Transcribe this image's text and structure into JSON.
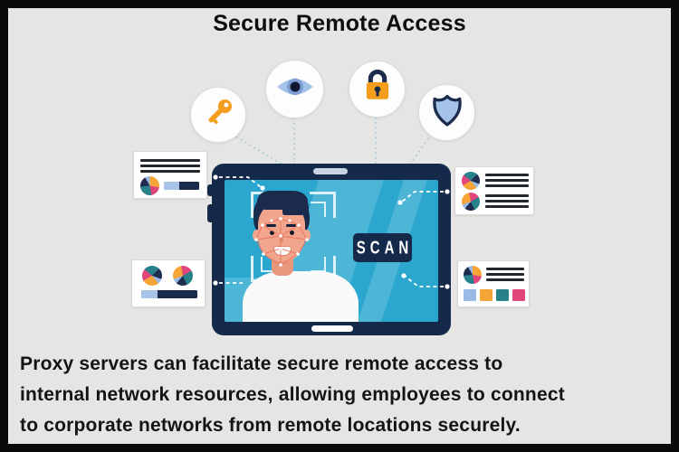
{
  "title": "Secure Remote Access",
  "description_lines": [
    "Proxy servers can facilitate secure remote access to",
    "internal network resources, allowing employees to connect",
    "to corporate networks from remote locations securely."
  ],
  "tablet": {
    "scan_button_label": "SCAN",
    "screen_content": "face-recognition-scan-of-person"
  },
  "security_icons": [
    {
      "id": "key-icon",
      "color": "#F59E1E"
    },
    {
      "id": "eye-icon",
      "color": "#A5C3E8"
    },
    {
      "id": "padlock-icon",
      "color": "#F59E1E"
    },
    {
      "id": "shield-icon",
      "color": "#A5C3E8"
    }
  ],
  "side_cards": [
    {
      "position": "top-left",
      "elements": [
        "text-lines",
        "pie-chart",
        "progress-bar"
      ]
    },
    {
      "position": "bottom-left",
      "elements": [
        "pie-chart",
        "pie-chart",
        "progress-bar"
      ]
    },
    {
      "position": "top-right",
      "elements": [
        "pie-chart",
        "text-lines",
        "pie-chart",
        "text-lines"
      ]
    },
    {
      "position": "bottom-right",
      "elements": [
        "pie-chart",
        "text-lines",
        "color-swatches"
      ]
    }
  ],
  "colors": {
    "outer_border": "#0A0A0A",
    "background": "#E5E5E4",
    "tablet_frame": "#15294A",
    "screen_blue": "#2BA7CF",
    "accent_orange": "#F59E1E",
    "accent_light_blue": "#A5C3E8",
    "pie_navy": "#1F2D50",
    "pie_orange": "#F5A436",
    "pie_pink": "#E0457B",
    "pie_teal": "#27818A",
    "pie_light_blue": "#9AB9E6",
    "mesh_coral": "#EB6B53",
    "skin": "#F2A58D",
    "hair": "#1A2B4C"
  }
}
